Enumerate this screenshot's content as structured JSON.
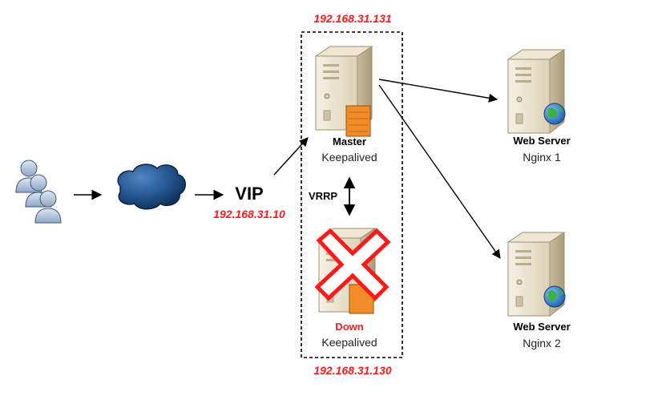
{
  "colors": {
    "ip_text": "#ff1a1a",
    "down_cross": "#ff1a1a",
    "cloud": "#1f4f86",
    "server_body": "#ece3cf",
    "server_panel": "#f28c28",
    "globe": "#2f7fd0",
    "user": "#b9c9de"
  },
  "users": {
    "icon": "users-icon"
  },
  "cloud": {
    "icon": "cloud-icon"
  },
  "vip": {
    "label": "VIP",
    "ip": "192.168.31.10"
  },
  "lb_group": {
    "top_ip": "192.168.31.131",
    "bottom_ip": "192.168.31.130"
  },
  "master": {
    "role": "Master",
    "software": "Keepalived"
  },
  "backup": {
    "role": "Down",
    "software": "Keepalived",
    "status_icon": "cross-icon"
  },
  "vrrp": {
    "label": "VRRP"
  },
  "web_servers": [
    {
      "role": "Web Server",
      "name": "Nginx 1"
    },
    {
      "role": "Web Server",
      "name": "Nginx 2"
    }
  ]
}
